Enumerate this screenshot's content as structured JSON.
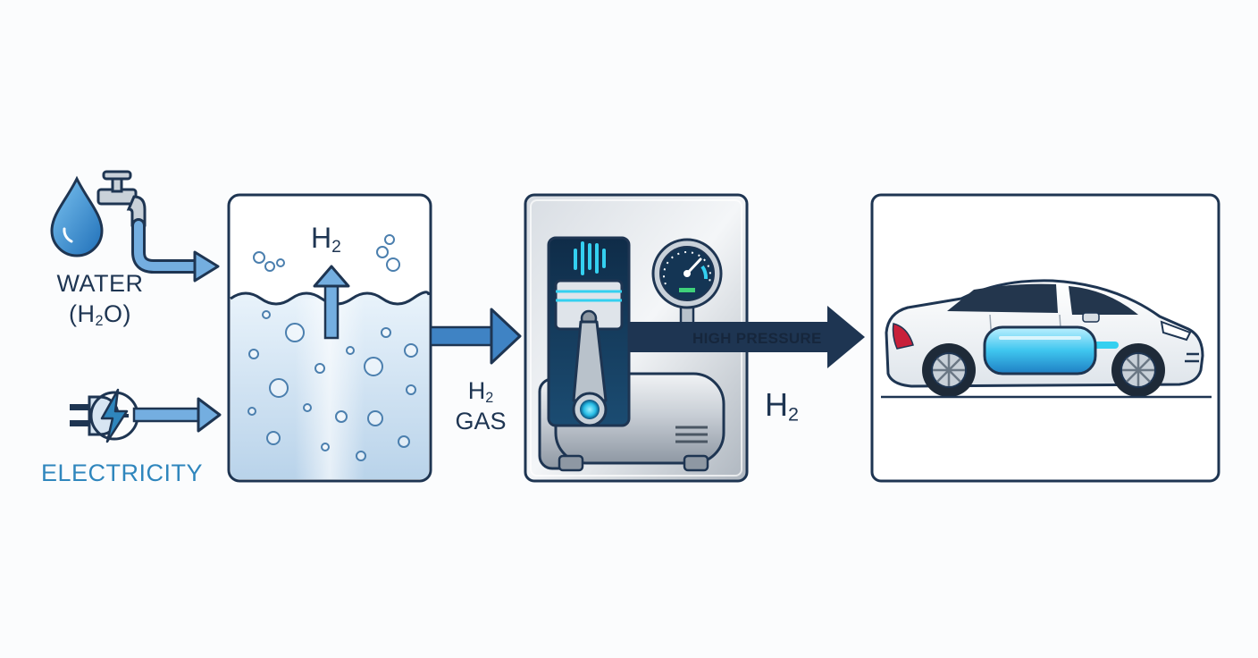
{
  "inputs": {
    "water_label_line1": "WATER",
    "water_label_line2_prefix": "(H",
    "water_label_line2_sub": "2",
    "water_label_line2_suffix": "O)",
    "electricity_label": "ELECTRICITY"
  },
  "electrolyzer": {
    "h2_symbol": "H",
    "h2_sub": "2"
  },
  "transfer": {
    "h2_symbol": "H",
    "h2_sub": "2",
    "gas_word": "GAS"
  },
  "compressor": {
    "pressure_label": "HIGH PRESSURE",
    "h2_symbol": "H",
    "h2_sub": "2"
  },
  "colors": {
    "dark_navy": "#1e3552",
    "arrow_blue": "#3f83c4",
    "electric_blue": "#2f86bd",
    "water_light": "#cfe3f4",
    "glow_cyan": "#34d0f0",
    "gauge_green": "#3fd17a"
  },
  "icons": [
    "water-drop-icon",
    "faucet-icon",
    "plug-icon",
    "lightning-icon",
    "piston-icon",
    "pressure-gauge-icon",
    "car-icon",
    "hydrogen-tank-icon"
  ]
}
